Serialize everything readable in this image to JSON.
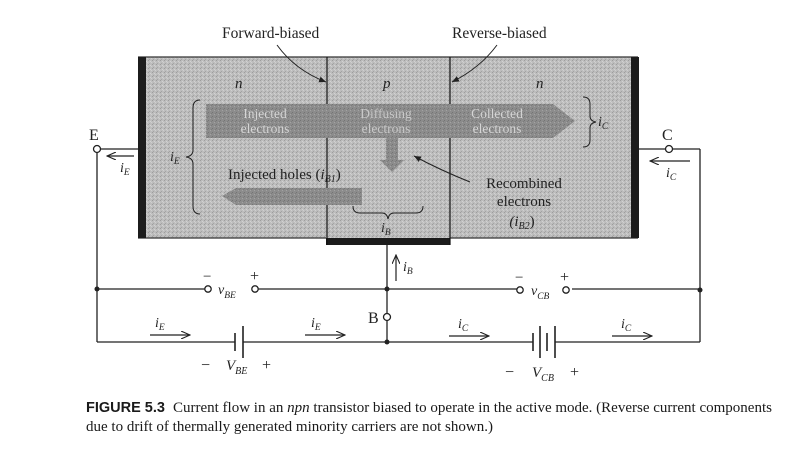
{
  "figure": {
    "junction_labels": {
      "forward": "Forward-biased",
      "reverse": "Reverse-biased"
    },
    "regions": {
      "emitter": "n",
      "base": "p",
      "collector": "n"
    },
    "arrow_labels": {
      "injected_electrons": [
        "Injected",
        "electrons"
      ],
      "diffusing_electrons": [
        "Diffusing",
        "electrons"
      ],
      "collected_electrons": [
        "Collected",
        "electrons"
      ],
      "injected_holes": "Injected holes (",
      "injected_holes_sym": "i",
      "injected_holes_sub": "B1",
      "recombined": [
        "Recombined",
        "electrons"
      ],
      "recombined_sym": "(i",
      "recombined_sub": "B2",
      "recombined_close": ")"
    },
    "terminals": {
      "emitter": "E",
      "collector": "C",
      "base": "B"
    },
    "currents": {
      "iE": {
        "sym": "i",
        "sub": "E"
      },
      "iC": {
        "sym": "i",
        "sub": "C"
      },
      "iB": {
        "sym": "i",
        "sub": "B"
      }
    },
    "voltages": {
      "vBE": {
        "sym": "v",
        "sub": "BE",
        "minus": "−",
        "plus": "+"
      },
      "vCB": {
        "sym": "v",
        "sub": "CB",
        "minus": "−",
        "plus": "+"
      },
      "VBE": {
        "sym": "V",
        "sub": "BE",
        "minus": "−",
        "plus": "+"
      },
      "VCB": {
        "sym": "V",
        "sub": "CB",
        "minus": "−",
        "plus": "+"
      }
    },
    "colors": {
      "semiconductor": "#b9b9b9",
      "arrow": "#8a8a8a",
      "arrow_text": "#d8d8d8",
      "contact": "#1c1c1c",
      "wire": "#222222"
    }
  },
  "caption": {
    "label": "FIGURE 5.3",
    "text_before": "Current flow in an ",
    "text_italic": "npn",
    "text_after": " transistor biased to operate in the active mode. (Reverse current components due to drift of thermally generated minority carriers are not shown.)"
  }
}
